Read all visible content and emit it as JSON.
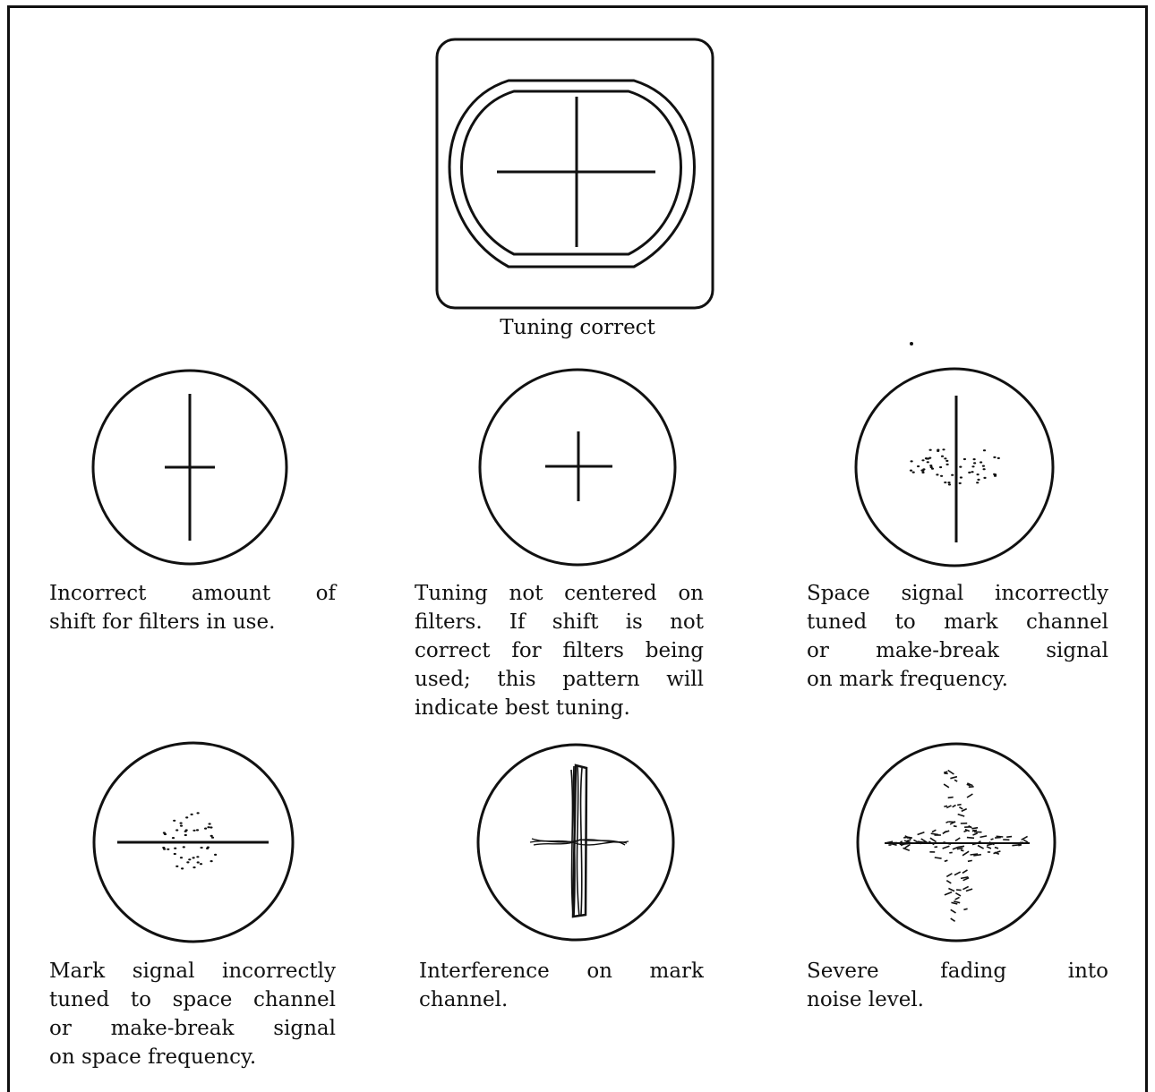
{
  "figure": {
    "main": {
      "caption": "Tuning correct"
    },
    "patterns": [
      {
        "id": "incorrect-shift",
        "lines": [
          "Incorrect amount of",
          "shift for filters in use."
        ]
      },
      {
        "id": "not-centered",
        "lines": [
          "Tuning not centered on",
          "filters. If shift is not",
          "correct for filters being",
          "used; this pattern will",
          "indicate best tuning."
        ]
      },
      {
        "id": "space-on-mark",
        "lines": [
          "Space signal incorrectly",
          "tuned to mark channel",
          "or make-break signal",
          "on mark frequency."
        ]
      },
      {
        "id": "mark-on-space",
        "lines": [
          "Mark signal incorrectly",
          "tuned to space channel",
          "or make-break signal",
          "on space frequency."
        ]
      },
      {
        "id": "interference-mark",
        "lines": [
          "Interference on mark",
          "channel."
        ]
      },
      {
        "id": "severe-fading",
        "lines": [
          "Severe fading into",
          "noise level."
        ]
      }
    ]
  }
}
